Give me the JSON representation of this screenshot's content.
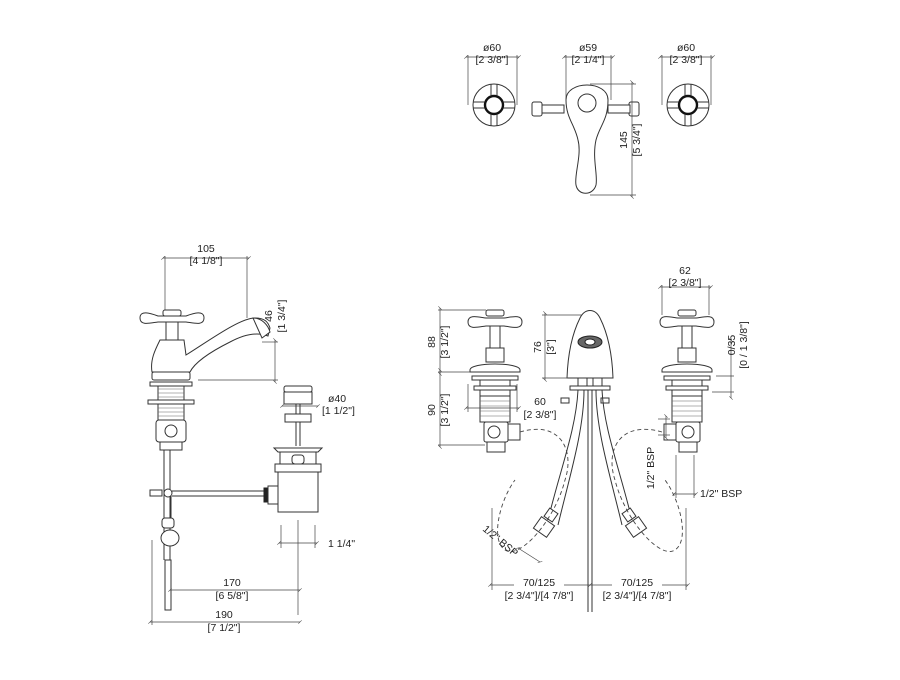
{
  "title": "Three-hole basin mixer and pillar tap technical drawing",
  "top_view": {
    "left_handle": {
      "dia_mm": "ø60",
      "dia_in": "[2 3/8\"]"
    },
    "center_lever": {
      "dia_mm": "ø59",
      "dia_in": "[2 1/4\"]",
      "length_mm": "145",
      "length_in": "[5 3/4\"]"
    },
    "right_handle": {
      "dia_mm": "ø60",
      "dia_in": "[2 3/8\"]"
    }
  },
  "side_view": {
    "reach_mm": "105",
    "reach_in": "[4 1/8\"]",
    "spout_height_mm": "46",
    "spout_height_in": "[1 3/4\"]",
    "waste_dia_mm": "ø40",
    "waste_dia_in": "[1 1/2\"]",
    "waste_thread": "1 1/4\"",
    "rod_length_mm": "170",
    "rod_length_in": "[6 5/8\"]",
    "total_length_mm": "190",
    "total_length_in": "[7 1/2\"]"
  },
  "front_view": {
    "handle_height_mm": "88",
    "handle_height_in": "[3 1/2\"]",
    "shank_length_mm": "90",
    "shank_length_in": "[3 1/2\"]",
    "spout_height_mm": "76",
    "spout_height_in": "[3\"]",
    "flange_dia_mm": "60",
    "flange_dia_in": "[2 3/8\"]",
    "handle_width_mm": "62",
    "handle_width_in": "[2 3/8\"]",
    "deck_thickness_mm": "0/35",
    "deck_thickness_in": "[0 / 1 3/8\"]",
    "inlet_thread_right_vertical": "1/2\" BSP",
    "inlet_thread_right": "1/2\" BSP",
    "hose_thread_left": "1/2\" BSP",
    "spacing_left_mm": "70/125",
    "spacing_left_in": "[2 3/4\"]/[4 7/8\"]",
    "spacing_right_mm": "70/125",
    "spacing_right_in": "[2 3/4\"]/[4 7/8\"]"
  }
}
